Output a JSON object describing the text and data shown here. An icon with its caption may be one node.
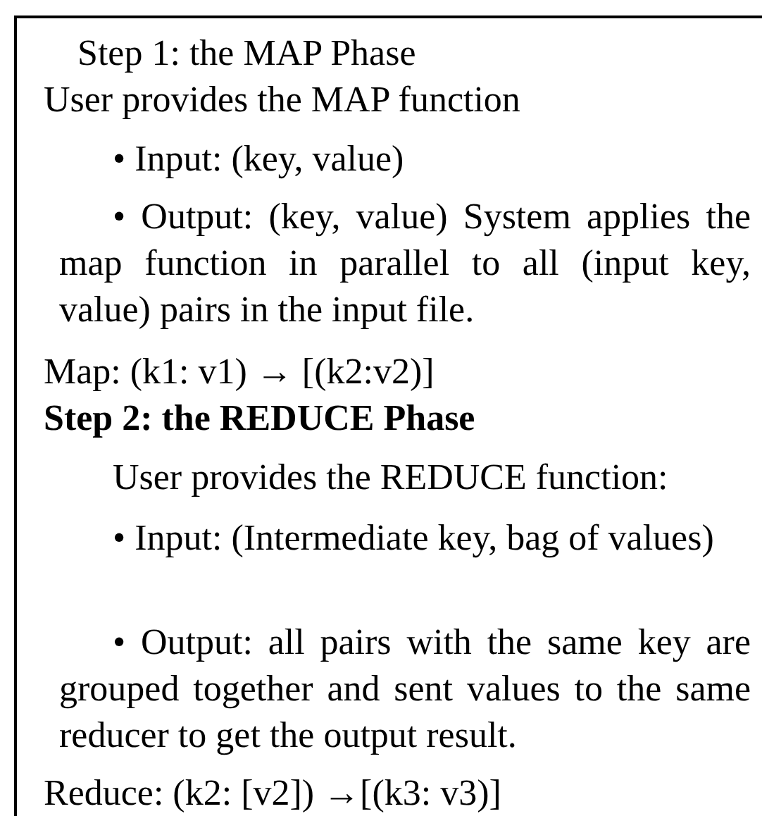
{
  "diagram": {
    "nodes": [
      {
        "text": [
          "Step 1: the MAP Phase",
          "User provides the MAP function",
          "• Input: (key, value)",
          "• Output: (key, value) System applies the map function in parallel to all (input key, value) pairs in the input file.",
          "Map: (k1: v1) → [(k2:v2)]",
          "Step 2: the REDUCE Phase",
          "User provides the REDUCE function:",
          "• Input: (Intermediate key, bag of values)",
          "• Output: all pairs with the same key are grouped together and sent values to the same reducer to get the output result.",
          "Reduce: (k2: [v2]) →[(k3: v3)]"
        ]
      }
    ]
  }
}
